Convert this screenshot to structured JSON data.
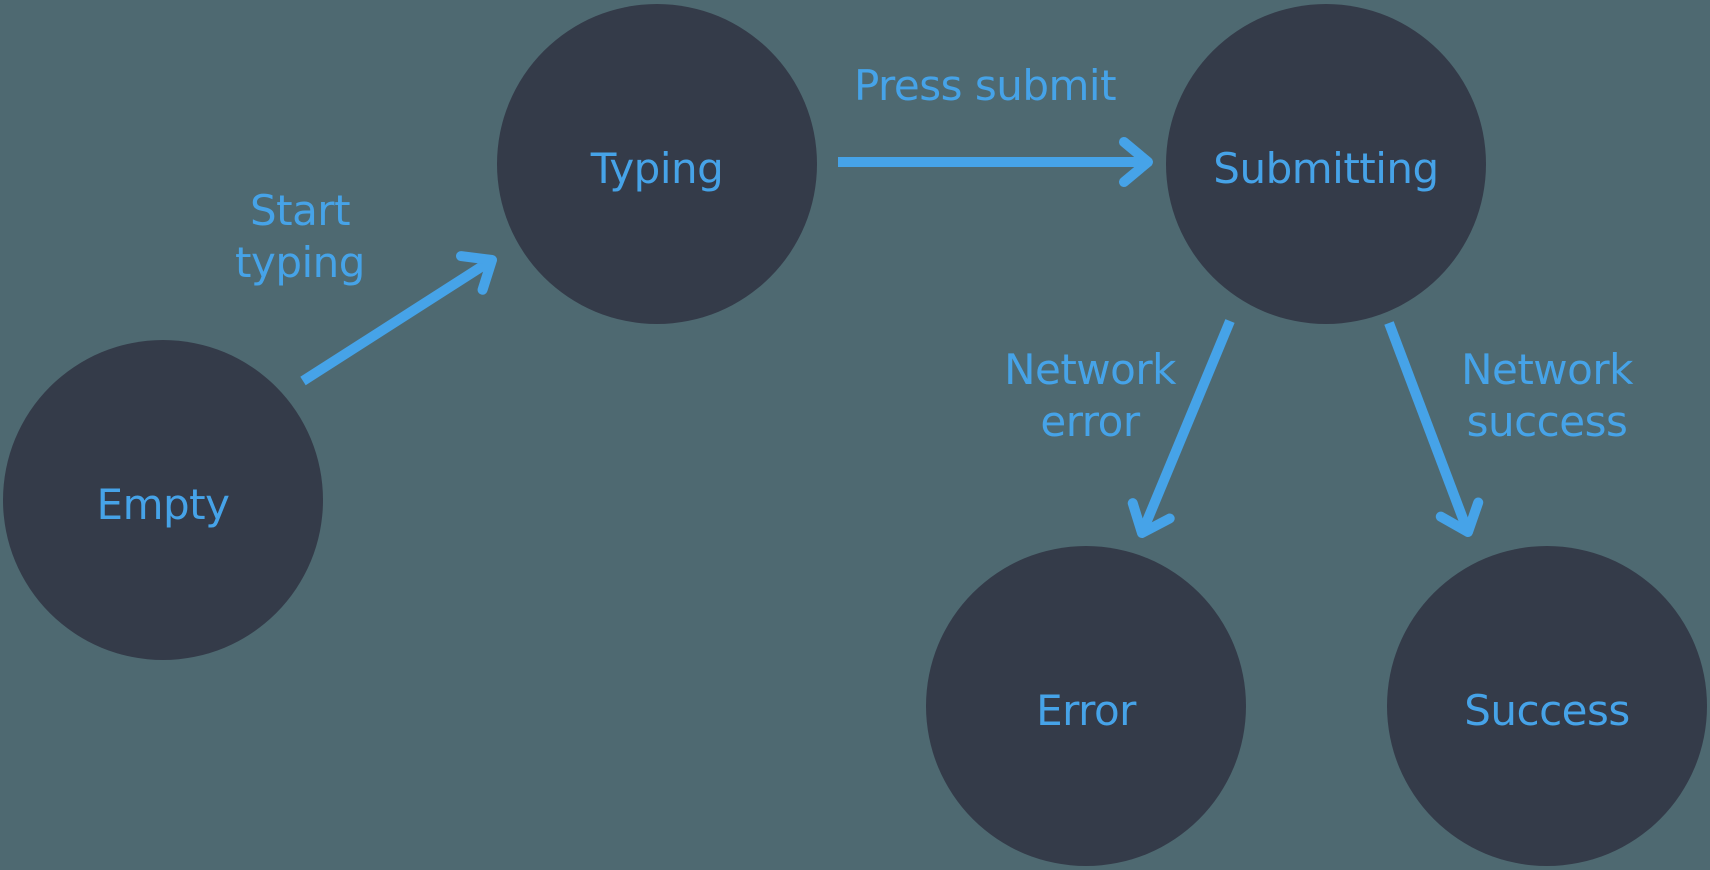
{
  "colors": {
    "background": "#4e6971",
    "node_fill": "#343b49",
    "accent": "#46a3e8"
  },
  "states": [
    {
      "id": "empty",
      "label": "Empty"
    },
    {
      "id": "typing",
      "label": "Typing"
    },
    {
      "id": "submitting",
      "label": "Submitting"
    },
    {
      "id": "error",
      "label": "Error"
    },
    {
      "id": "success",
      "label": "Success"
    }
  ],
  "transitions": [
    {
      "id": "start-typing",
      "from": "Empty",
      "to": "Typing",
      "label": "Start typing",
      "label_lines": [
        "Start",
        "typing"
      ]
    },
    {
      "id": "press-submit",
      "from": "Typing",
      "to": "Submitting",
      "label": "Press submit",
      "label_lines": [
        "Press submit"
      ]
    },
    {
      "id": "network-error",
      "from": "Submitting",
      "to": "Error",
      "label": "Network error",
      "label_lines": [
        "Network",
        "error"
      ]
    },
    {
      "id": "network-success",
      "from": "Submitting",
      "to": "Success",
      "label": "Network success",
      "label_lines": [
        "Network",
        "success"
      ]
    }
  ]
}
